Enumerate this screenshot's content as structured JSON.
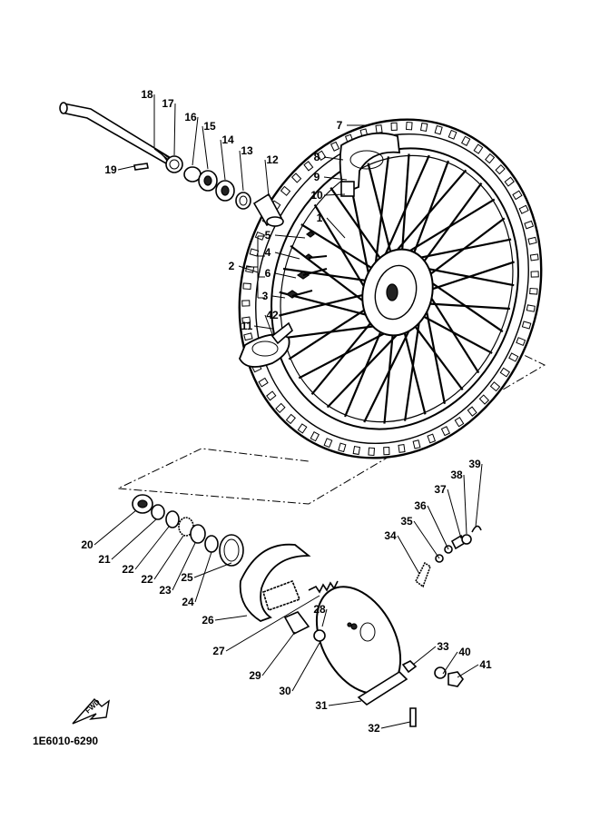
{
  "diagram": {
    "code": "1E6010-6290",
    "fwd_label": "FWD",
    "callouts": [
      "1",
      "2",
      "3",
      "4",
      "5",
      "6",
      "7",
      "8",
      "9",
      "10",
      "11",
      "12",
      "13",
      "14",
      "15",
      "16",
      "17",
      "18",
      "19",
      "20",
      "21",
      "22",
      "22",
      "23",
      "24",
      "25",
      "26",
      "27",
      "28",
      "29",
      "30",
      "31",
      "32",
      "33",
      "34",
      "35",
      "36",
      "37",
      "38",
      "39",
      "40",
      "41",
      "42"
    ]
  }
}
